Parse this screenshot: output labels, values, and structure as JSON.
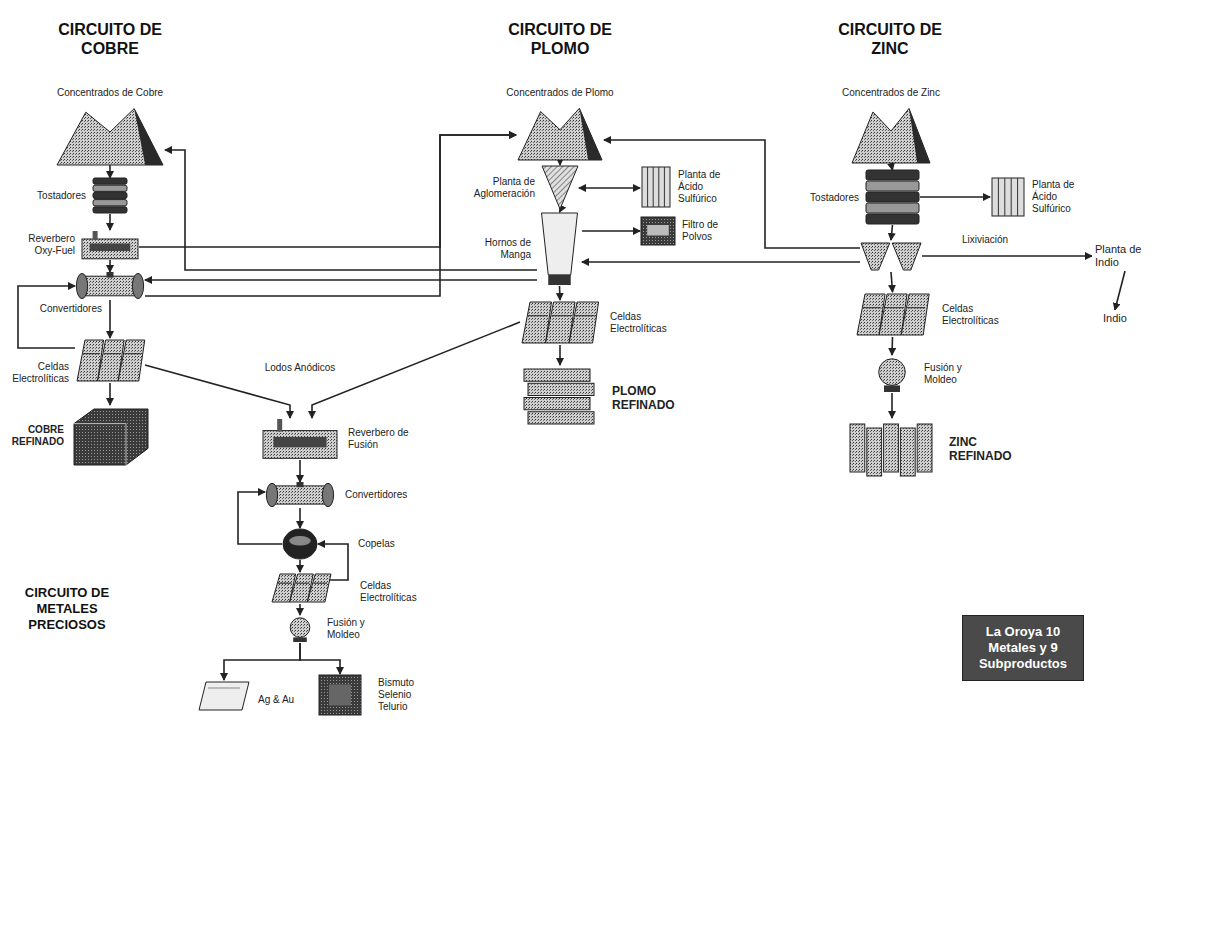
{
  "diagram": {
    "nodes": [
      {
        "text": [
          "Concentrados de Cobre"
        ]
      },
      {
        "text": [
          "Tostadores"
        ]
      },
      {
        "text": [
          "Reverbero Oxy-Fuel"
        ]
      },
      {
        "text": [
          "Convertidores"
        ]
      },
      {
        "text": [
          "Celdas Electrolíticas"
        ]
      },
      {
        "text": [
          "COBRE REFINADO"
        ]
      },
      {
        "text": [
          "Concentrados de Plomo"
        ]
      },
      {
        "text": [
          "Planta de Aglomeración"
        ]
      },
      {
        "text": [
          "Planta de Ácido Sulfúrico"
        ]
      },
      {
        "text": [
          "Hornos de Manga"
        ]
      },
      {
        "text": [
          "Filtro de Polvos"
        ]
      },
      {
        "text": [
          "Celdas Electrolíticas"
        ]
      },
      {
        "text": [
          "PLOMO REFINADO"
        ]
      },
      {
        "text": [
          "Concentrados de Zinc"
        ]
      },
      {
        "text": [
          "Tostadores"
        ]
      },
      {
        "text": [
          "Planta de Ácido Sulfúrico"
        ]
      },
      {
        "text": [
          "Lixiviación"
        ]
      },
      {
        "text": [
          "Planta de Indio"
        ]
      },
      {
        "text": [
          "Indio"
        ]
      },
      {
        "text": [
          "Celdas Electrolíticas"
        ]
      },
      {
        "text": [
          "Fusión y Moldeo"
        ]
      },
      {
        "text": [
          "ZINC REFINADO"
        ]
      },
      {
        "text": [
          "Reverbero de Fusión"
        ]
      },
      {
        "text": [
          "Convertidores"
        ]
      },
      {
        "text": [
          "Copelas"
        ]
      },
      {
        "text": [
          "Celdas Electrolíticas"
        ]
      },
      {
        "text": [
          "Fusión y Moldeo"
        ]
      },
      {
        "text": [
          "Ag & Au"
        ]
      },
      {
        "text": [
          "Bismuto Selenio Telurio"
        ]
      },
      {
        "text": [
          "La Oroya 10 Metales y 9 Subproductos"
        ]
      }
    ],
    "edges": [
      {
        "from": 0,
        "to": 1,
        "arrow": "to"
      },
      {
        "from": 1,
        "to": 2,
        "arrow": "to"
      },
      {
        "from": 2,
        "to": 3,
        "arrow": "to"
      },
      {
        "from": 3,
        "to": 4,
        "arrow": "to"
      },
      {
        "from": 4,
        "to": 5,
        "arrow": "to"
      },
      {
        "from": 4,
        "to": 3,
        "arrow": "to"
      },
      {
        "from": 6,
        "to": 7,
        "arrow": "to"
      },
      {
        "from": 7,
        "to": 8,
        "arrow": "both"
      },
      {
        "from": 7,
        "to": 9,
        "arrow": "to"
      },
      {
        "from": 9,
        "to": 10,
        "arrow": "to"
      },
      {
        "from": 9,
        "to": 11,
        "arrow": "to"
      },
      {
        "from": 11,
        "to": 12,
        "arrow": "to"
      },
      {
        "from": 2,
        "to": 6,
        "arrow": "to"
      },
      {
        "from": 3,
        "to": 6,
        "arrow": "to"
      },
      {
        "from": 9,
        "to": 3,
        "arrow": "to"
      },
      {
        "from": 9,
        "to": 0,
        "arrow": "to"
      },
      {
        "from": 16,
        "to": 9,
        "arrow": "to"
      },
      {
        "from": 16,
        "to": 6,
        "arrow": "to"
      },
      {
        "from": 13,
        "to": 14,
        "arrow": "to"
      },
      {
        "from": 14,
        "to": 15,
        "arrow": "to"
      },
      {
        "from": 14,
        "to": 16,
        "arrow": "to"
      },
      {
        "from": 16,
        "to": 17,
        "arrow": "to"
      },
      {
        "from": 17,
        "to": 18,
        "arrow": "to"
      },
      {
        "from": 16,
        "to": 19,
        "arrow": "to"
      },
      {
        "from": 19,
        "to": 20,
        "arrow": "to"
      },
      {
        "from": 20,
        "to": 21,
        "arrow": "to"
      },
      {
        "from": 4,
        "to": 22,
        "label": "Lodos Anódicos",
        "arrow": "to"
      },
      {
        "from": 11,
        "to": 22,
        "arrow": "to"
      },
      {
        "from": 22,
        "to": 23,
        "arrow": "to"
      },
      {
        "from": 23,
        "to": 24,
        "arrow": "to"
      },
      {
        "from": 24,
        "to": 23,
        "arrow": "to"
      },
      {
        "from": 24,
        "to": 25,
        "arrow": "to"
      },
      {
        "from": 25,
        "to": 24,
        "arrow": "to"
      },
      {
        "from": 25,
        "to": 26,
        "arrow": "to"
      },
      {
        "from": 26,
        "to": 27,
        "arrow": "to"
      },
      {
        "from": 26,
        "to": 28,
        "arrow": "to"
      }
    ],
    "labels": [
      "CIRCUITO DE COBRE",
      "CIRCUITO DE PLOMO",
      "CIRCUITO DE ZINC",
      "CIRCUITO DE METALES PRECIOSOS"
    ]
  }
}
